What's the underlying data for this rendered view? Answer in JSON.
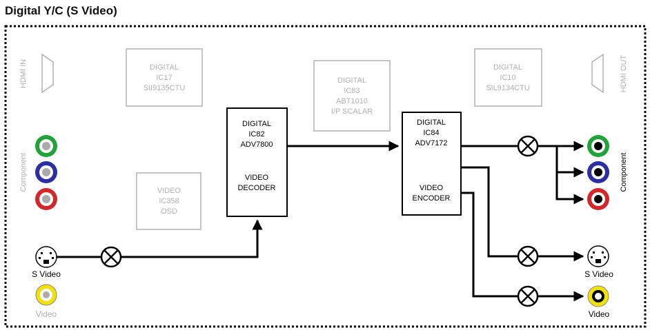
{
  "title": "Digital Y/C (S Video)",
  "colors": {
    "active": "#000000",
    "inactive": "#b0b0b0",
    "green": "#1fa33a",
    "blue": "#2b2fa3",
    "red": "#d3282a",
    "yellow": "#f2e200"
  },
  "inputs": {
    "hdmi_in": "HDMI IN",
    "component": "Component",
    "svideo": "S Video",
    "video": "Video"
  },
  "outputs": {
    "hdmi_out": "HDMI OUT",
    "component": "Component",
    "svideo": "S Video",
    "video": "Video"
  },
  "chips": {
    "ic17": [
      "DIGITAL",
      "IC17",
      "SII9135CTU"
    ],
    "ic83": [
      "DIGITAL",
      "IC83",
      "ABT1010",
      "I/P SCALAR"
    ],
    "ic10": [
      "DIGITAL",
      "IC10",
      "SIL9134CTU"
    ],
    "ic358": [
      "VIDEO",
      "IC358",
      "OSD"
    ],
    "ic82": [
      "DIGITAL",
      "IC82",
      "ADV7800",
      "",
      "VIDEO",
      "DECODER"
    ],
    "ic84": [
      "DIGITAL",
      "IC84",
      "ADV7172",
      "",
      "VIDEO",
      "ENCODER"
    ]
  }
}
